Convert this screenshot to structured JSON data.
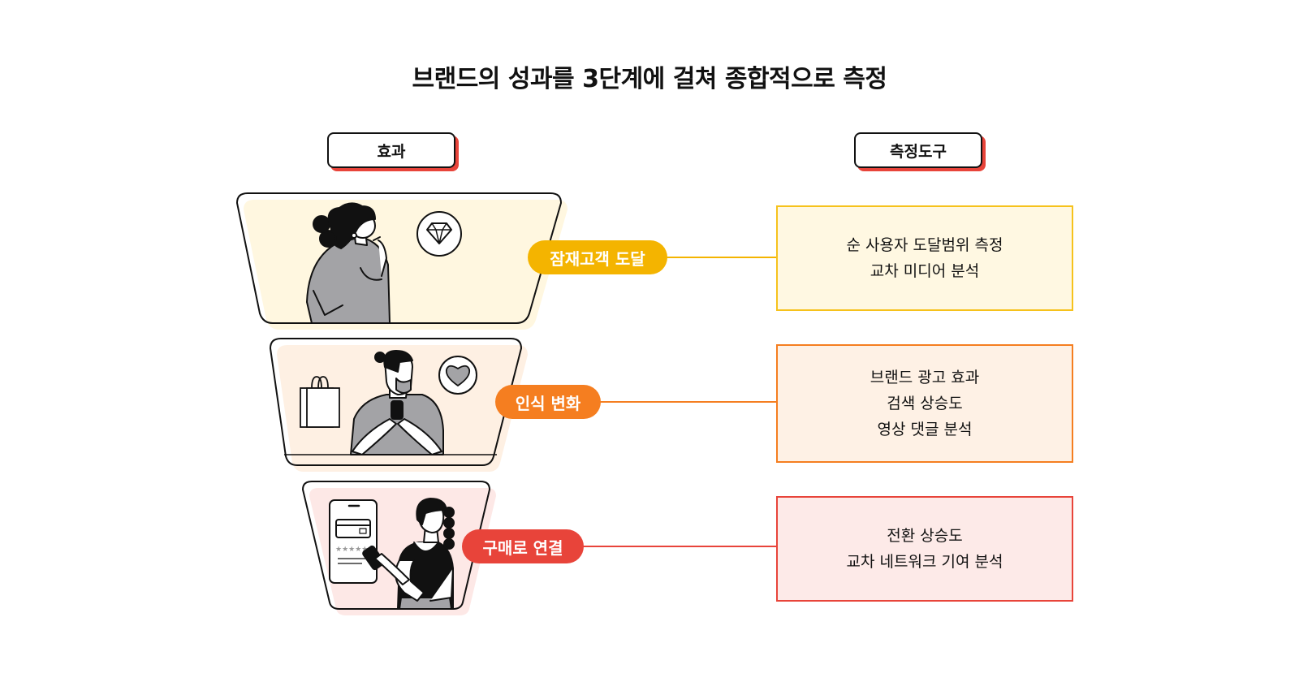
{
  "title": "브랜드의 성과를 3단계에 걸쳐 종합적으로 측정",
  "columns": {
    "effect": "효과",
    "tools": "측정도구"
  },
  "stages": [
    {
      "label": "잠재고객 도달",
      "color": "#f4b400",
      "tools": [
        "순 사용자 도달범위 측정",
        "교차 미디어 분석"
      ]
    },
    {
      "label": "인식 변화",
      "color": "#f57e20",
      "tools": [
        "브랜드 광고 효과",
        "검색 상승도",
        "영상 댓글 분석"
      ]
    },
    {
      "label": "구매로 연결",
      "color": "#e8443a",
      "tools": [
        "전환 상승도",
        "교차 네트워크 기여 분석"
      ]
    }
  ],
  "icons": [
    "diamond-icon",
    "heart-icon",
    "shopping-bag-icon",
    "phone-card-icon"
  ]
}
